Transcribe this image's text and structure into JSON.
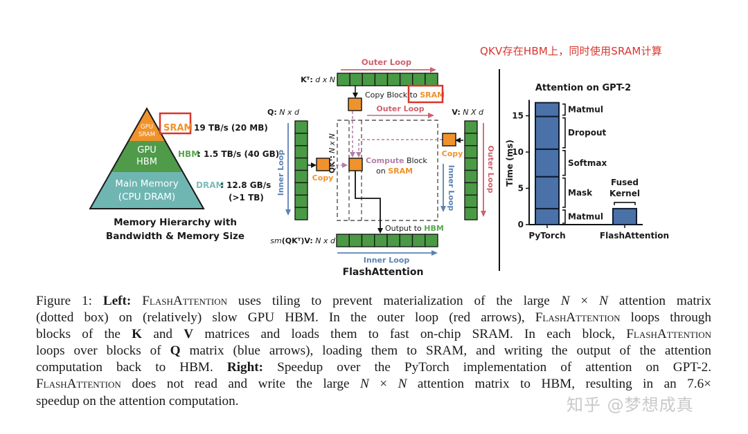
{
  "annotation": "QKV存在HBM上，同时使用SRAM计算",
  "memory_hierarchy": {
    "tiers": [
      {
        "label_lines": [
          "GPU",
          "SRAM"
        ],
        "color": "#f0922b"
      },
      {
        "label_lines": [
          "GPU",
          "HBM"
        ],
        "color": "#4f9b4a"
      },
      {
        "label_lines": [
          "Main Memory",
          "(CPU DRAM)"
        ],
        "color": "#6fb6b2"
      }
    ],
    "specs": [
      {
        "name": "SRAM",
        "name_color": "#f0922b",
        "value": "19 TB/s (20 MB)",
        "highlighted": true
      },
      {
        "name": "HBM",
        "name_color": "#5aa64f",
        "value": ": 1.5 TB/s (40 GB)"
      },
      {
        "name": "DRAM",
        "name_color": "#7cbdb8",
        "value": ": 12.8 GB/s",
        "value2": "(>1 TB)"
      }
    ],
    "title_lines": [
      "Memory Hierarchy with",
      "Bandwidth & Memory Size"
    ]
  },
  "flash_diagram": {
    "kt_label": "Kᵀ: d x N",
    "q_label": "Q: N x d",
    "v_label": "V: N X d",
    "qkt_label": "QKᵀ: N x N",
    "out_label": "sm(QKᵀ)V: N x d",
    "outer_loop_top": "Outer Loop",
    "outer_loop_mid": "Outer Loop",
    "outer_loop_right": "Outer Loop",
    "inner_loop_left": "Inner Loop",
    "inner_loop_right": "Inner Loop",
    "inner_loop_bottom": "Inner Loop",
    "copy_block_prefix": "Copy Block to ",
    "copy_block_sram": "SRAM",
    "copy_left": "Copy",
    "copy_right": "Copy",
    "compute_word": "Compute",
    "block_word": " Block",
    "on_word": "on ",
    "sram_word": "SRAM",
    "output_prefix": "Output to ",
    "output_hbm": "HBM",
    "title": "FlashAttention",
    "blocks_per_matrix": 8,
    "colors": {
      "green": "#4a9a45",
      "orange": "#f0922b",
      "red": "#d0606e",
      "blue": "#5a82b4",
      "pink": "#b27ea8",
      "hbm_green": "#5aa64f",
      "highlight_red": "#d9352c"
    }
  },
  "chart_data": {
    "type": "bar",
    "stacked": true,
    "title": "Attention on GPT-2",
    "xlabel": "",
    "ylabel": "Time (ms)",
    "ylim": [
      0,
      17
    ],
    "yticks": [
      0,
      5,
      10,
      15
    ],
    "categories": [
      "PyTorch",
      "FlashAttention"
    ],
    "series": [
      {
        "name": "Matmul",
        "values": [
          2.2,
          0
        ]
      },
      {
        "name": "Mask",
        "values": [
          4.4,
          0
        ]
      },
      {
        "name": "Softmax",
        "values": [
          3.8,
          0
        ]
      },
      {
        "name": "Dropout",
        "values": [
          4.5,
          0
        ]
      },
      {
        "name": "Matmul",
        "values": [
          1.9,
          0
        ]
      },
      {
        "name": "Fused Kernel",
        "values": [
          0,
          2.2
        ]
      }
    ],
    "fused_kernel_label_lines": [
      "Fused",
      "Kernel"
    ],
    "bar_color": "#4a72a8",
    "grid": false
  },
  "caption": {
    "lines": [
      [
        {
          "t": "Figure 1: "
        },
        {
          "t": "Left:",
          "b": true
        },
        {
          "t": " "
        },
        {
          "t": "FlashAttention",
          "sc": true
        },
        {
          "t": " uses tiling to prevent materialization of the large "
        },
        {
          "t": "N",
          "i": true
        },
        {
          "t": " × "
        },
        {
          "t": "N",
          "i": true
        },
        {
          "t": " attention matrix"
        }
      ],
      [
        {
          "t": "(dotted box) on (relatively) slow GPU HBM. In the outer loop (red arrows), "
        },
        {
          "t": "FlashAttention",
          "sc": true
        },
        {
          "t": " loops through"
        }
      ],
      [
        {
          "t": "blocks of the "
        },
        {
          "t": "K",
          "b": true
        },
        {
          "t": " and "
        },
        {
          "t": "V",
          "b": true
        },
        {
          "t": " matrices and loads them to fast on-chip SRAM. In each block, "
        },
        {
          "t": "FlashAttention",
          "sc": true
        }
      ],
      [
        {
          "t": "loops over blocks of "
        },
        {
          "t": "Q",
          "b": true
        },
        {
          "t": " matrix (blue arrows), loading them to SRAM, and writing the output of the attention"
        }
      ],
      [
        {
          "t": "computation back to HBM. "
        },
        {
          "t": "Right:",
          "b": true
        },
        {
          "t": " Speedup over the PyTorch implementation of attention on GPT-2."
        }
      ],
      [
        {
          "t": "FlashAttention",
          "sc": true
        },
        {
          "t": " does not read and write the large "
        },
        {
          "t": "N",
          "i": true
        },
        {
          "t": " × "
        },
        {
          "t": "N",
          "i": true
        },
        {
          "t": " attention matrix to HBM, resulting in an 7.6×"
        }
      ],
      [
        {
          "t": "speedup on the attention computation."
        }
      ]
    ]
  },
  "watermark": "知乎 @梦想成真"
}
